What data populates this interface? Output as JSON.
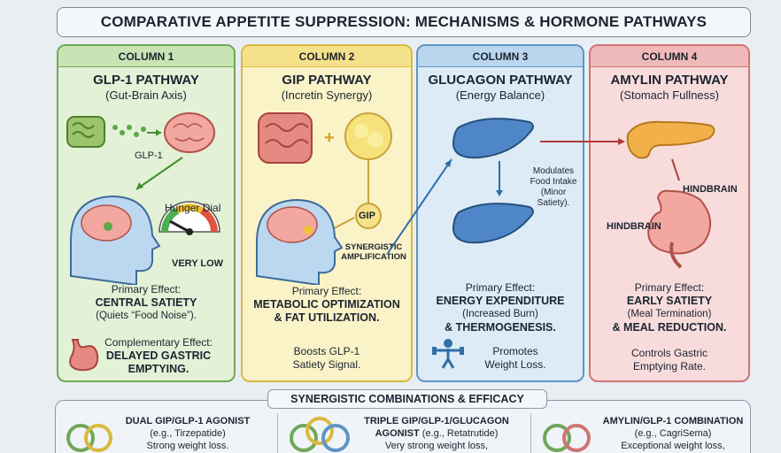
{
  "title": "COMPARATIVE APPETITE SUPPRESSION: MECHANISMS & HORMONE PATHWAYS",
  "columns": [
    {
      "header": "COLUMN 1",
      "title": "GLP-1 PATHWAY",
      "subtitle": "(Gut-Brain Axis)",
      "label_hormone": "GLP-1",
      "label_dial": "Hunger Dial",
      "label_dial_value": "VERY LOW",
      "primary_label": "Primary Effect:",
      "primary_value": "CENTRAL SATIETY",
      "primary_detail": "(Quiets “Food Noise”).",
      "secondary_label": "Complementary Effect:",
      "secondary_value_1": "DELAYED GASTRIC",
      "secondary_value_2": "EMPTYING."
    },
    {
      "header": "COLUMN 2",
      "title": "GIP PATHWAY",
      "subtitle": "(Incretin Synergy)",
      "label_hormone": "GIP",
      "label_synergy_1": "SYNERGISTIC",
      "label_synergy_2": "AMPLIFICATION",
      "primary_label": "Primary Effect:",
      "primary_value_1": "METABOLIC OPTIMIZATION",
      "primary_value_2": "& FAT UTILIZATION.",
      "secondary_1": "Boosts GLP-1",
      "secondary_2": "Satiety Signal."
    },
    {
      "header": "COLUMN 3",
      "title": "GLUCAGON PATHWAY",
      "subtitle": "(Energy Balance)",
      "label_modulates_1": "Modulates",
      "label_modulates_2": "Food Intake",
      "label_modulates_3": "(Minor",
      "label_modulates_4": "Satiety).",
      "primary_label": "Primary Effect:",
      "primary_value_1": "ENERGY EXPENDITURE",
      "primary_detail": "(Increased Burn)",
      "primary_value_2": "& THERMOGENESIS.",
      "secondary_1": "Promotes",
      "secondary_2": "Weight Loss."
    },
    {
      "header": "COLUMN 4",
      "title": "AMYLIN PATHWAY",
      "subtitle": "(Stomach Fullness)",
      "label_hindbrain_right": "HINDBRAIN",
      "label_hindbrain_left": "HINDBRAIN",
      "primary_label": "Primary Effect:",
      "primary_value": "EARLY SATIETY",
      "primary_detail": "(Meal Termination)",
      "primary_value_2": "& MEAL REDUCTION.",
      "secondary_1": "Controls Gastric",
      "secondary_2": "Emptying Rate."
    }
  ],
  "combinations": {
    "title": "SYNERGISTIC COMBINATIONS & EFFICACY",
    "items": [
      {
        "name": "DUAL GIP/GLP-1 AGONIST",
        "example": "(e.g., Tirzepatide)",
        "result": "Strong weight loss."
      },
      {
        "name_1": "TRIPLE GIP/GLP-1/GLUCAGON",
        "name_2": "AGONIST",
        "example": "(e.g., Retatrutide)",
        "result": "Very strong weight loss,"
      },
      {
        "name": "AMYLIN/GLP-1 COMBINATION",
        "example": "(e.g., CagriSema)",
        "result": "Exceptional weight loss,"
      }
    ]
  },
  "colors": {
    "glp1": "#6fa858",
    "gip": "#d9b93f",
    "glucagon": "#5d95c4",
    "amylin": "#d07474",
    "arrow_green": "#3f8f2f",
    "arrow_blue": "#2f6ea8",
    "arrow_red": "#b03a3a"
  }
}
